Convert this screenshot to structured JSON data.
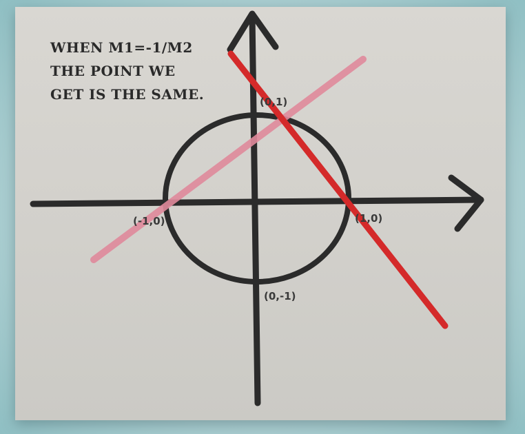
{
  "caption": {
    "line1": "When M1=-1/M2",
    "line2": "the point we",
    "line3": "get is the same."
  },
  "points": {
    "top": "(0,1)",
    "left": "(-1,0)",
    "right": "(1,0)",
    "bottom": "(0,-1)"
  },
  "colors": {
    "ink": "#2b2b2b",
    "red_line": "#d42a2a",
    "pink_line": "#e08a9c"
  }
}
